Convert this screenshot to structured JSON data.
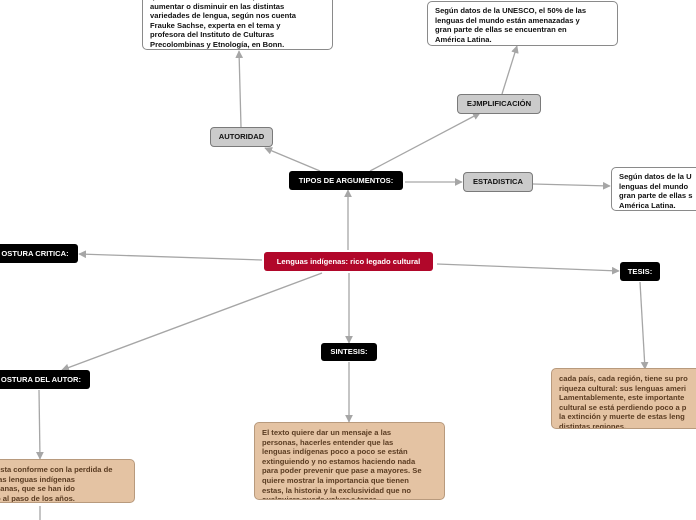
{
  "colors": {
    "central": "#b1072a",
    "dark_node": "#000000",
    "grey_node": "#cbcbcb",
    "tan_note": "#e4c3a3",
    "edge": "#a6a6a6"
  },
  "central": {
    "label": "Lenguas indígenas: rico legado cultural"
  },
  "topics": {
    "tipos_argumentos": "TIPOS DE ARGUMENTOS:",
    "postura_critica": "OSTURA CRITICA:",
    "tesis": "TESIS:",
    "sintesis": "SINTESIS:",
    "postura_autor": "OSTURA DEL AUTOR:"
  },
  "arguments": {
    "autoridad": "AUTORIDAD",
    "ejemplificacion": "EJMPLIFICACIÓN",
    "estadistica": "ESTADISTICA"
  },
  "notes": {
    "autoridad_text": "que el número de hablantes pueda\naumentar o disminuir en las distintas\nvariedades de lengua, según nos cuenta\nFrauke Sachse, experta en el tema y\nprofesora del Instituto de Culturas\nPrecolombinas y Etnología, en Bonn.",
    "ejemplificacion_text": "Según datos de la UNESCO, el 50% de las\nlenguas del mundo están amenazadas y\ngran parte de ellas se encuentran en\nAmérica Latina.",
    "estadistica_text": "Según datos de la U\nlenguas del mundo\ngran parte de ellas s\nAmérica Latina.",
    "tesis_text": "cada país, cada región, tiene su pro\nriqueza cultural: sus lenguas ameri\nLamentablemente, este importante\ncultural se está perdiendo poco a p\nla extinción y muerte de estas leng\ndistintas regiones.",
    "sintesis_text": "El texto quiere dar un mensaje a las\npersonas, hacerles entender que las\nlenguas indígenas poco a poco se están\nextinguiendo y no estamos haciendo nada\npara poder prevenir que pase a mayores. Se\nquiere mostrar la importancia que tienen\nestas, la historia y la exclusividad que no\ncualquiera puede volver a tener.",
    "autor_text": "esta conforme con la perdida de\nlas lenguas indígenas\ncanas, que se han ido\no al paso de los años."
  }
}
